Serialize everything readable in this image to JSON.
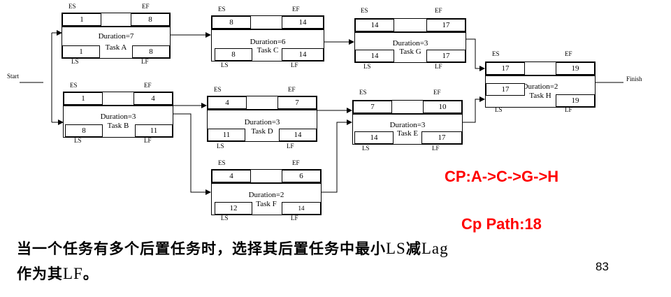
{
  "labels": {
    "start": "Start",
    "finish": "Finish",
    "es": "ES",
    "ef": "EF",
    "ls": "LS",
    "lf": "LF"
  },
  "tasks": [
    {
      "id": "A",
      "name": "Task A",
      "duration": "Duration=7",
      "es": "1",
      "ef": "8",
      "ls": "1",
      "lf": "8"
    },
    {
      "id": "B",
      "name": "Task B",
      "duration": "Duration=3",
      "es": "1",
      "ef": "4",
      "ls": "8",
      "lf": "11"
    },
    {
      "id": "C",
      "name": "Task C",
      "duration": "Duration=6",
      "es": "8",
      "ef": "14",
      "ls": "8",
      "lf": "14"
    },
    {
      "id": "D",
      "name": "Task D",
      "duration": "Duration=3",
      "es": "4",
      "ef": "7",
      "ls": "11",
      "lf": "14"
    },
    {
      "id": "F",
      "name": "Task F",
      "duration": "Duration=2",
      "es": "4",
      "ef": "6",
      "ls": "12",
      "lf": "14"
    },
    {
      "id": "G",
      "name": "Task G",
      "duration": "Duration=3",
      "es": "14",
      "ef": "17",
      "ls": "14",
      "lf": "17"
    },
    {
      "id": "E",
      "name": "Task E",
      "duration": "Duration=3",
      "es": "7",
      "ef": "10",
      "ls": "14",
      "lf": "17"
    },
    {
      "id": "H",
      "name": "Task H",
      "duration": "Duration=2",
      "es": "17",
      "ef": "19",
      "ls": "17",
      "lf": "19"
    }
  ],
  "critical_path": "CP:A->C->G->H",
  "cp_path_length": "Cp Path:18",
  "note_line1_cjk": "当一个任务有多个后置任务时，选择其后置任务中最小",
  "note_line1_ls": "LS",
  "note_line1_cjk2": "减",
  "note_line1_lag": "Lag",
  "note_line2_cjk": "作为其",
  "note_line2_lf": "LF",
  "note_line2_end": "。",
  "page_number": "83",
  "colors": {
    "critical_text": "#ff0000",
    "line": "#000000"
  }
}
